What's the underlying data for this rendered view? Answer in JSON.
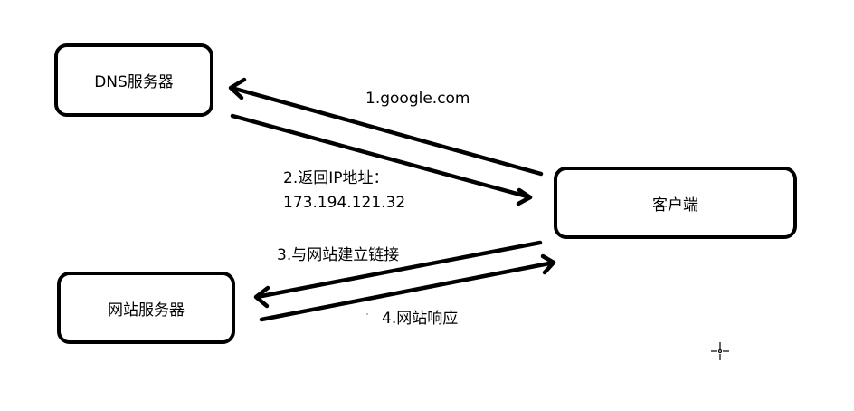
{
  "nodes": {
    "dns_server": "DNS服务器",
    "client": "客户端",
    "web_server": "网站服务器"
  },
  "edges": {
    "step1": "1.google.com",
    "step2_line1": "2.返回IP地址：",
    "step2_line2": "173.194.121.32",
    "step3": "3.与网站建立链接",
    "step4": "4.网站响应"
  },
  "colors": {
    "stroke": "#000000",
    "background": "#ffffff"
  },
  "icons": {
    "cursor": "crosshair-cursor-icon"
  }
}
